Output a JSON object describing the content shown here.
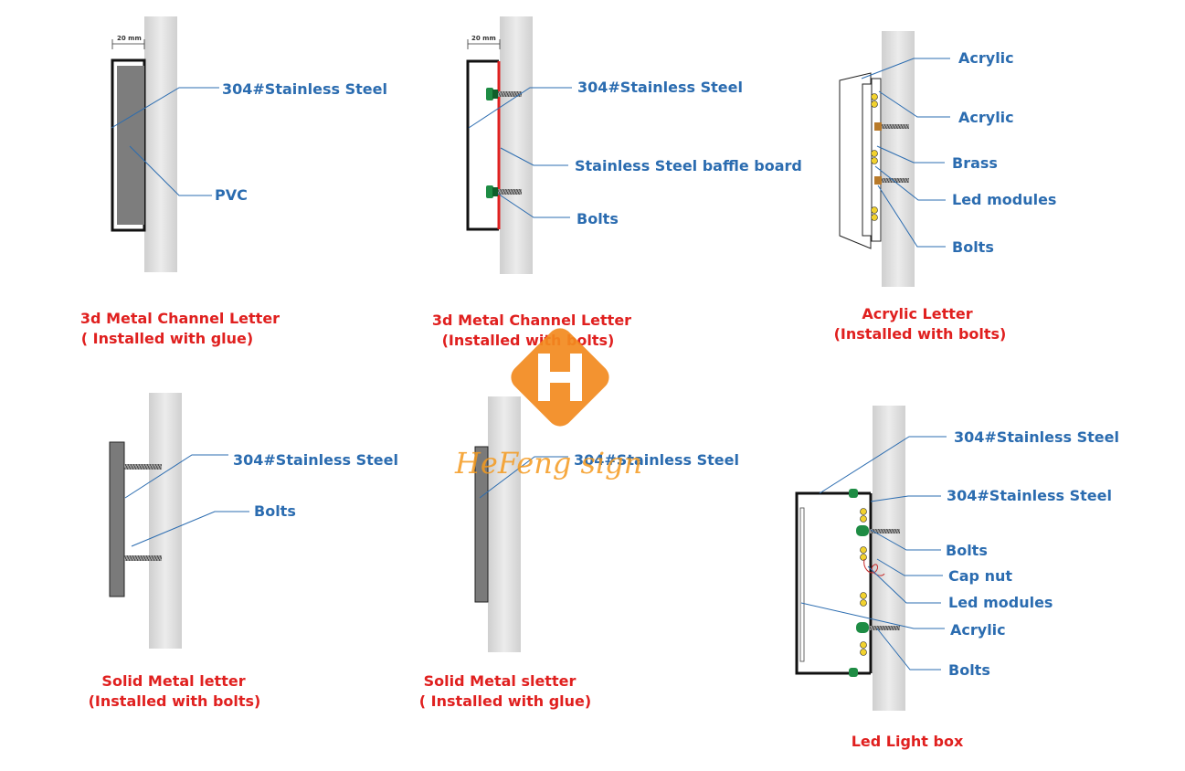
{
  "colors": {
    "label": "#2b6cb0",
    "caption": "#e0201f",
    "wall": "#d3d3d3",
    "watermark": "#f28a1e"
  },
  "dimension": "20 mm",
  "panels": [
    {
      "id": "glue-channel",
      "labels": [
        "304#Stainless Steel",
        "PVC"
      ],
      "caption": [
        "3d Metal Channel Letter",
        "( Installed with glue)"
      ]
    },
    {
      "id": "bolt-channel",
      "labels": [
        "304#Stainless Steel",
        "Stainless Steel baffle board",
        "Bolts"
      ],
      "caption": [
        "3d Metal Channel Letter",
        "(Installed with bolts)"
      ]
    },
    {
      "id": "acrylic",
      "labels": [
        "Acrylic",
        "Acrylic",
        "Brass",
        "Led modules",
        "Bolts"
      ],
      "caption": [
        "Acrylic Letter",
        "(Installed with bolts)"
      ]
    },
    {
      "id": "solid-bolts",
      "labels": [
        "304#Stainless Steel",
        "Bolts"
      ],
      "caption": [
        "Solid Metal letter",
        "(Installed with bolts)"
      ]
    },
    {
      "id": "solid-glue",
      "labels": [
        "304#Stainless Steel"
      ],
      "caption": [
        "Solid Metal sletter",
        "( Installed with glue)"
      ]
    },
    {
      "id": "lightbox",
      "labels": [
        "304#Stainless Steel",
        "304#Stainless Steel",
        "Bolts",
        "Cap nut",
        "Led modules",
        "Acrylic",
        "Bolts"
      ],
      "caption": [
        "Led Light box"
      ]
    }
  ],
  "watermark": {
    "text": "HeFeng sign",
    "icon": "hefeng-logo-icon"
  }
}
